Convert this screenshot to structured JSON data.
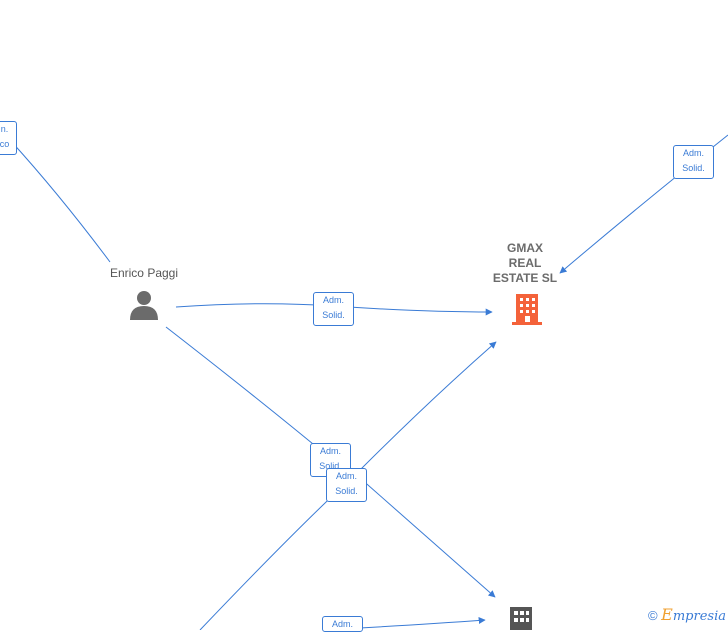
{
  "nodes": {
    "person": {
      "name": "Enrico Paggi",
      "icon": "person-icon"
    },
    "main_company": {
      "name_lines": [
        "GMAX",
        "REAL",
        "ESTATE  SL"
      ],
      "icon": "building-icon",
      "color": "#f4623a"
    },
    "other_company": {
      "icon": "building-icon",
      "color": "#555555"
    }
  },
  "edges": [
    {
      "line1": "n.",
      "line2": "co"
    },
    {
      "line1": "Adm.",
      "line2": "Solid."
    },
    {
      "line1": "Adm.",
      "line2": "Solid."
    },
    {
      "line1": "Adm.",
      "line2": "Solid."
    },
    {
      "line1": "Adm.",
      "line2": "Solid."
    },
    {
      "line1": "Adm.",
      "line2": ""
    }
  ],
  "colors": {
    "edge": "#3a7bd5",
    "person_icon": "#6b6b6b"
  },
  "watermark": {
    "symbol": "©",
    "brand_initial": "E",
    "brand_rest": "mpresia"
  }
}
